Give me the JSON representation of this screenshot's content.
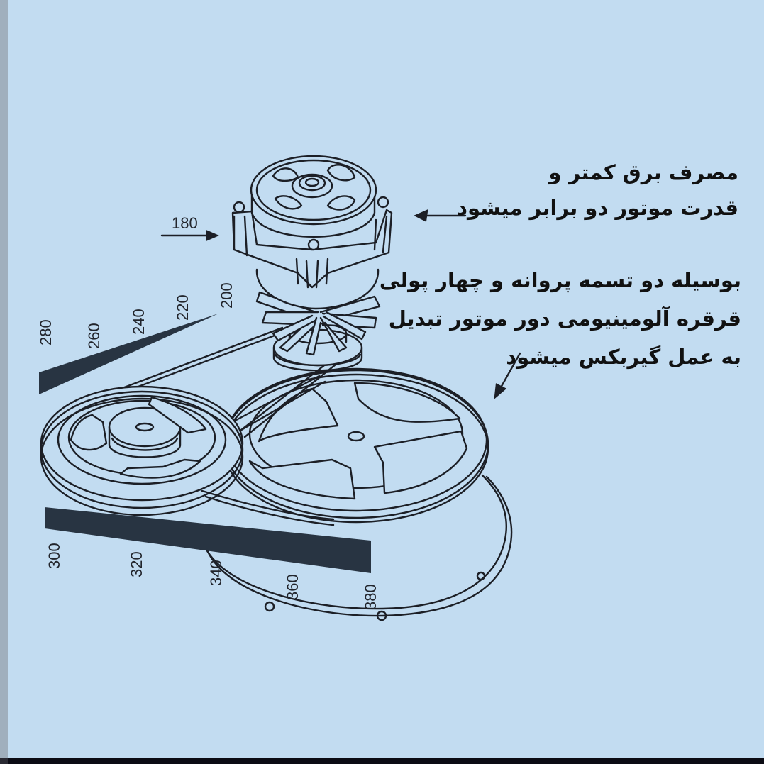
{
  "diagram": {
    "title": "Washing machine motor and pulley gearbox illustration",
    "colors": {
      "background": "#c2dcf1",
      "line": "#1c1f26",
      "wedge": "#283442",
      "left_strip": "#a0afbd",
      "bottom_bar": "#0b0b14"
    },
    "callouts": [
      {
        "id": "power-efficiency",
        "lines": [
          "مصرف برق کمتر و",
          "قدرت موتور دو برابر میشود"
        ],
        "arrow": "left-arrow",
        "points_to": "motor"
      },
      {
        "id": "gearbox-function",
        "lines": [
          "بوسیله دو تسمه پروانه و چهار پولی",
          "قرقره آلومینیومی دور موتور تبدیل",
          "به عمل گیربکس میشود"
        ],
        "arrow": "down-left-arrow",
        "points_to": "large-pulley"
      }
    ],
    "dimension_labels": {
      "motor": "180",
      "upper_scale": [
        "280",
        "260",
        "240",
        "220",
        "200"
      ],
      "lower_scale": [
        "300",
        "320",
        "340",
        "360",
        "380"
      ]
    },
    "components": [
      "motor",
      "fan-blades",
      "motor-pulley",
      "small-pulley",
      "large-pulley",
      "belt-1",
      "belt-2",
      "base-plate",
      "feet"
    ]
  }
}
